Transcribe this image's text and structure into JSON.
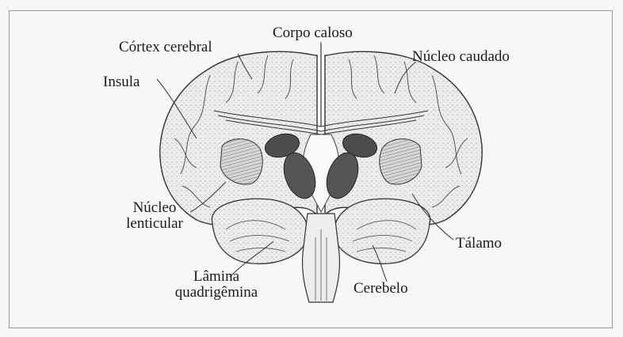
{
  "labels": {
    "corpo_caloso": "Corpo caloso",
    "cortex_cerebral": "Córtex cerebral",
    "nucleo_caudado": "Núcleo caudado",
    "insula": "Insula",
    "nucleo_lenticular_line1": "Núcleo",
    "nucleo_lenticular_line2": "lenticular",
    "talamo": "Tálamo",
    "lamina_line1": "Lâmina",
    "lamina_line2": "quadrigêmina",
    "cerebelo": "Cerebelo"
  },
  "colors": {
    "ink": "#1a1a1a",
    "tissue": "#e6e6e6",
    "dark_nuclei": "#4a4a4a",
    "background": "#f7f7f7"
  }
}
